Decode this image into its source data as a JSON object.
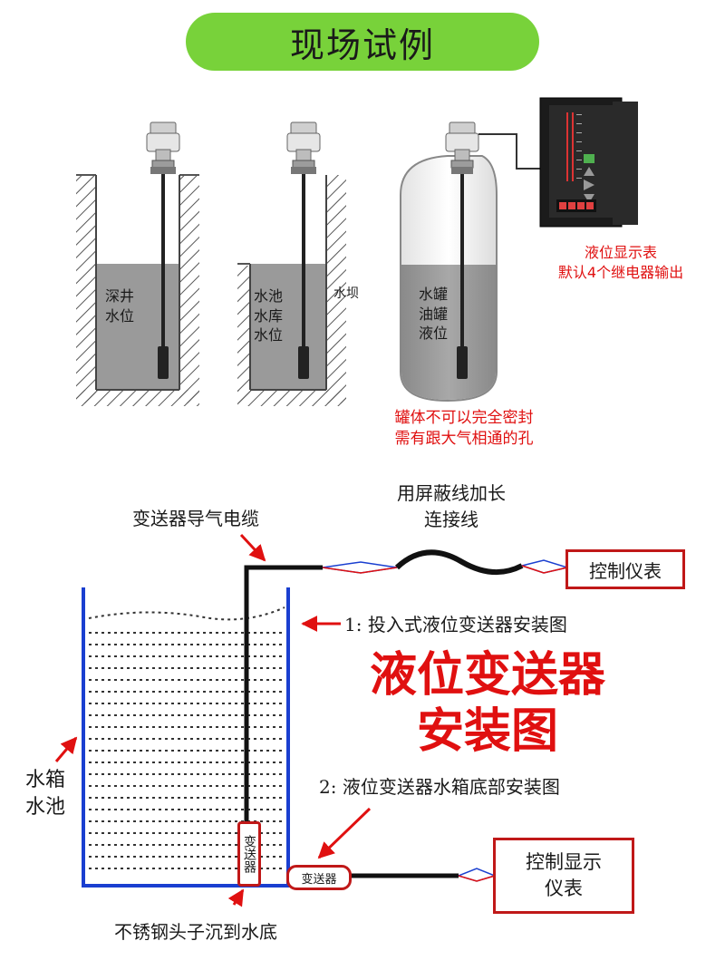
{
  "title": "现场试例",
  "scenes": {
    "well": [
      "深井",
      "水位"
    ],
    "pool": [
      "水池",
      "水库",
      "水位"
    ],
    "dam": "水坝",
    "tank": [
      "水罐",
      "油罐",
      "液位"
    ]
  },
  "display_meter": [
    "液位显示表",
    "默认4个继电器输出"
  ],
  "tank_note": [
    "罐体不可以完全密封",
    "需有跟大气相通的孔"
  ],
  "diagram": {
    "cable_label": "变送器导气电缆",
    "extension_label": [
      "用屏蔽线加长",
      "连接线"
    ],
    "control_meter_top": "控制仪表",
    "label_1": "1: 投入式液位变送器安装图",
    "big_title": [
      "液位变送器",
      "安装图"
    ],
    "label_2": "2: 液位变送器水箱底部安装图",
    "water_tank": [
      "水箱",
      "水池"
    ],
    "transmitter_vertical": "变送器",
    "transmitter_horizontal": "变送器",
    "control_display": [
      "控制显示",
      "仪表"
    ],
    "bottom_note": "不锈钢头子沉到水底"
  },
  "colors": {
    "green": "#78d23a",
    "red": "#e01010",
    "blue": "#1a3fd0",
    "water": "#9a9a9a"
  }
}
